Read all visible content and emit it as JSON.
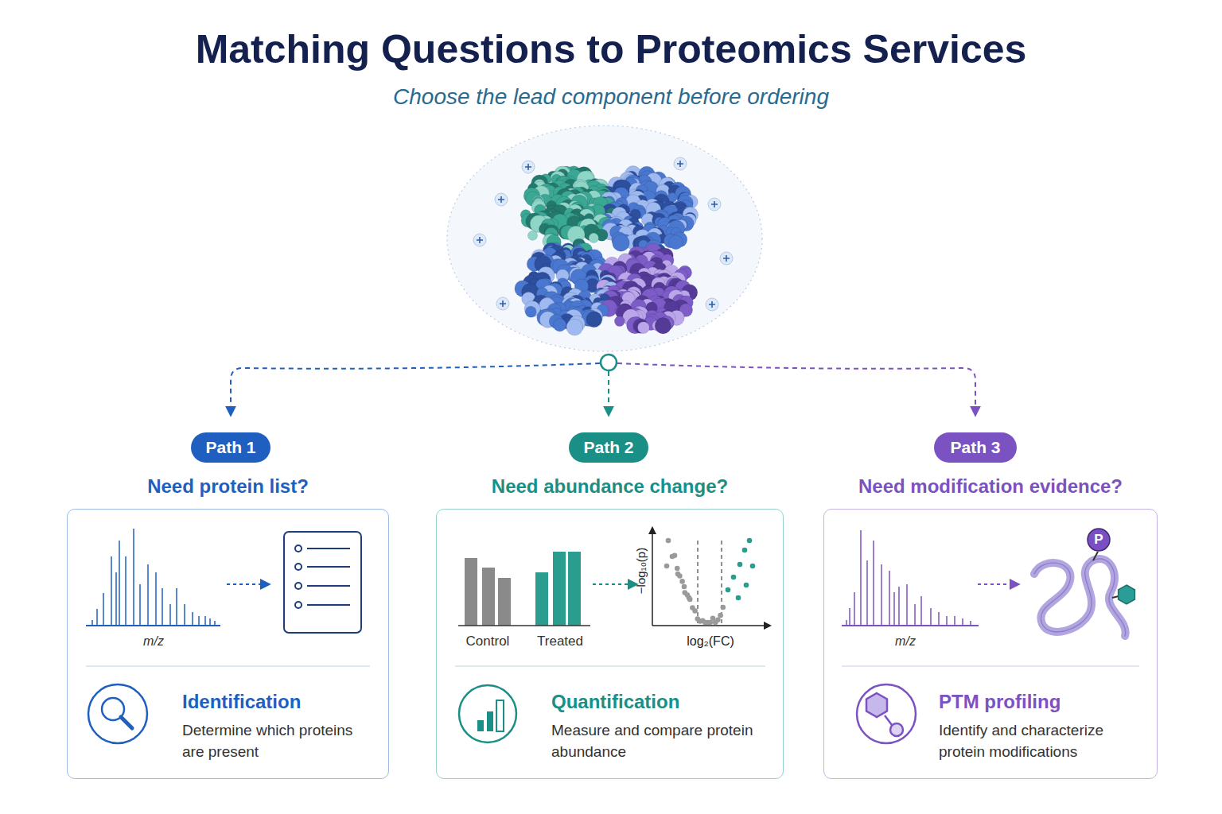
{
  "diagram": {
    "title": "Matching Questions to Proteomics Services",
    "nodes": [
      {
        "text": [
          "Path 1"
        ]
      },
      {
        "text": [
          "Need protein list?",
          "Identification",
          "Determine which proteins are present"
        ]
      },
      {
        "text": [
          "Path 2"
        ]
      },
      {
        "text": [
          "Need abundance change?",
          "Quantification",
          "Measure and compare protein abundance"
        ]
      },
      {
        "text": [
          "Path 3"
        ]
      },
      {
        "text": [
          "Need modification evidence?",
          "PTM profiling",
          "Identify and characterize protein modifications"
        ]
      }
    ],
    "labels": [
      "Choose the lead component before ordering",
      "m/z",
      "m/z",
      "Control",
      "Treated",
      "−log₁₀(p)",
      "log₂(FC)",
      "P"
    ]
  }
}
